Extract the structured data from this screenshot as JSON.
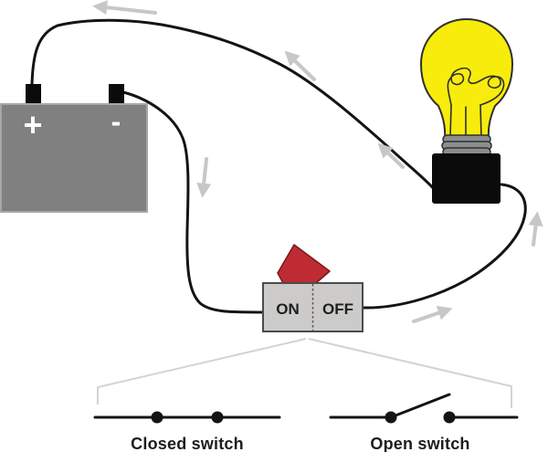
{
  "figure": {
    "type": "electric-circuit-diagram",
    "battery": {
      "positive_label": "+",
      "negative_label": "-"
    },
    "switch": {
      "on_label": "ON",
      "off_label": "OFF",
      "lever_position": "ON"
    },
    "bulb": {
      "state": "lit"
    },
    "callouts": {
      "closed_switch_label": "Closed switch",
      "open_switch_label": "Open switch"
    }
  },
  "colors": {
    "battery_body": "#808080",
    "terminal_black": "#0b0b0b",
    "bulb_yellow": "#f8ec0c",
    "bulb_collar": "#8b8d8f",
    "bulb_base": "#0b0b0b",
    "switch_body": "#cccbca",
    "lever_red": "#bf2b33",
    "wire_black": "#141414",
    "arrow_gray": "#c7c7c7",
    "leader_gray": "#d3d3d3",
    "label_text": "#1d1d1d",
    "plusminus_white": "#ffffff"
  }
}
